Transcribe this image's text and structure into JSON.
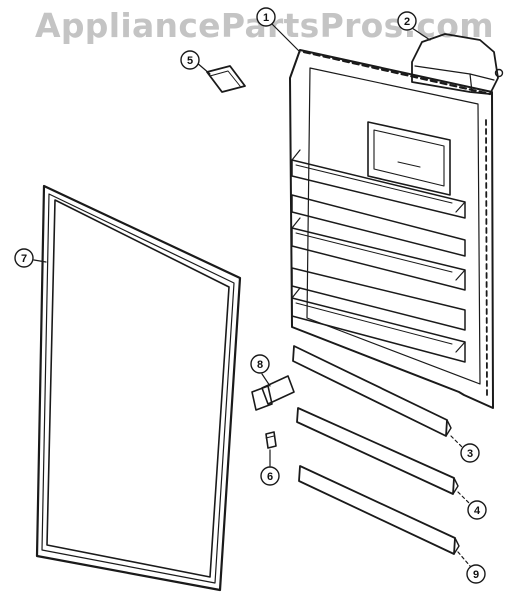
{
  "watermark": "AppliancePartsPros.com",
  "callouts": [
    {
      "id": "part-1",
      "label": "1"
    },
    {
      "id": "part-2",
      "label": "2"
    },
    {
      "id": "part-3",
      "label": "3"
    },
    {
      "id": "part-4",
      "label": "4"
    },
    {
      "id": "part-5",
      "label": "5"
    },
    {
      "id": "part-6",
      "label": "6"
    },
    {
      "id": "part-7",
      "label": "7"
    },
    {
      "id": "part-8",
      "label": "8"
    },
    {
      "id": "part-9",
      "label": "9"
    }
  ]
}
